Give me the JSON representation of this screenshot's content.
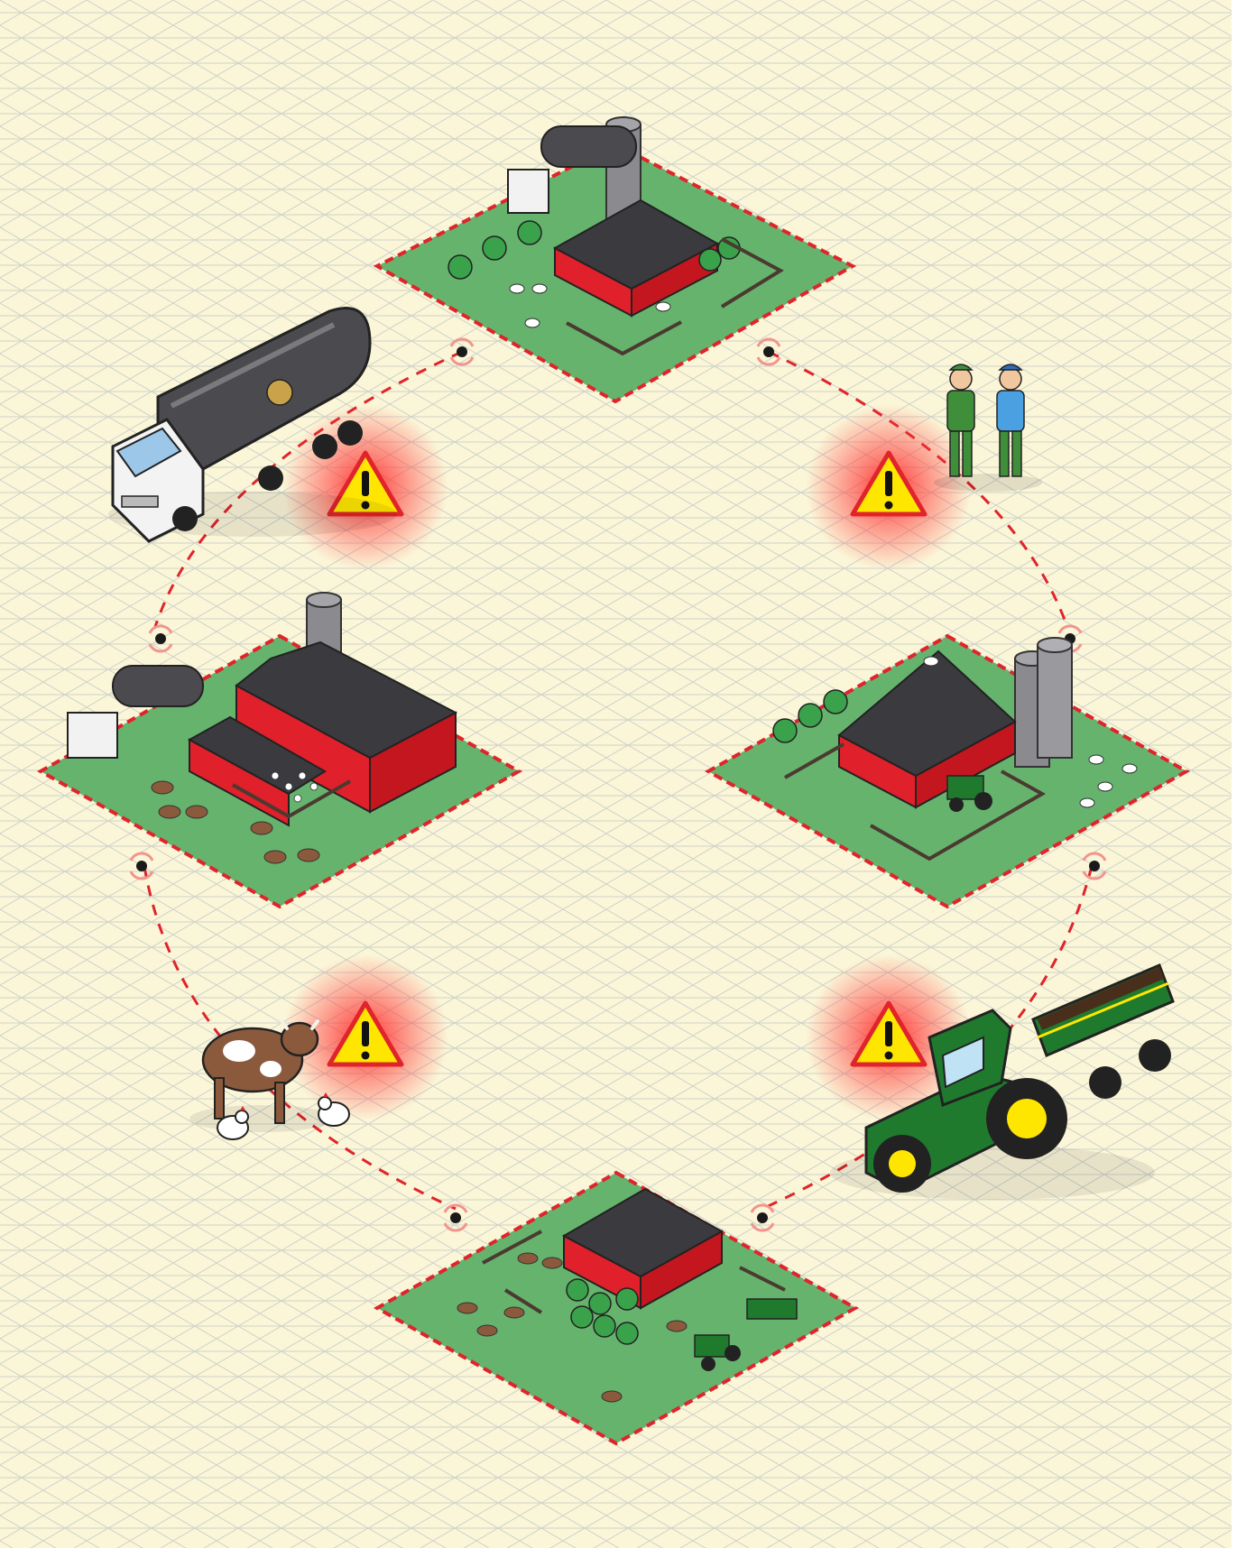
{
  "diagram": {
    "background_color": "#fbf6d8",
    "grid_color": "#cfd3c9",
    "farm_green": "#66b36e",
    "border_red": "#e0242b",
    "barn_red": "#e0202a",
    "roof_dark": "#3b3b3f",
    "warning_yellow": "#ffe600",
    "glow_red": "#ff2a2a",
    "farms": [
      {
        "id": "north",
        "contents": [
          "barn",
          "silo",
          "milk-tanker",
          "trees",
          "sheep",
          "fence",
          "farmers"
        ]
      },
      {
        "id": "west",
        "contents": [
          "barn",
          "silo",
          "milk-tanker",
          "cows",
          "chickens",
          "fence"
        ]
      },
      {
        "id": "east",
        "contents": [
          "barn",
          "silo",
          "silo",
          "tractor",
          "sheep",
          "trees",
          "fence",
          "farmers"
        ]
      },
      {
        "id": "south",
        "contents": [
          "barn",
          "cows",
          "trees",
          "tractor",
          "fence",
          "chickens"
        ]
      }
    ],
    "routes": [
      {
        "from": "north",
        "to": "west",
        "vector": "milk-tanker-truck",
        "icon": "warning-icon"
      },
      {
        "from": "north",
        "to": "east",
        "vector": "farm-workers",
        "icon": "warning-icon"
      },
      {
        "from": "west",
        "to": "south",
        "vector": "cow-and-chickens",
        "icon": "warning-icon"
      },
      {
        "from": "east",
        "to": "south",
        "vector": "tractor-with-manure-trailer",
        "icon": "warning-icon"
      }
    ]
  }
}
